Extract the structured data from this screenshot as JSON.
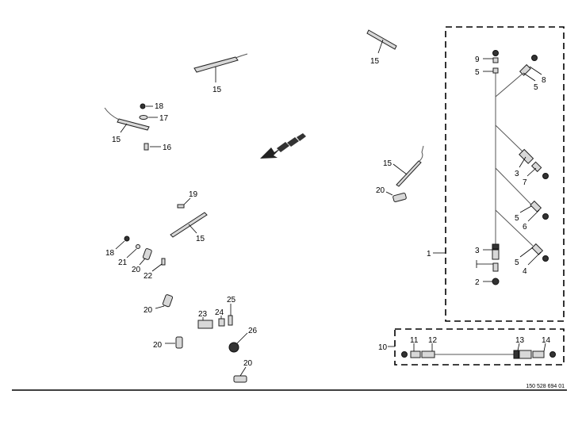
{
  "drawing_number": "150 528 694 01",
  "callouts": {
    "lamp_top": "15",
    "nut_a": "18",
    "washer": "17",
    "lamp_left": "15",
    "screw_a": "16",
    "pin": "19",
    "lamp_mid": "15",
    "nut_b": "18",
    "washer_b": "21",
    "holder_a": "20",
    "screw_b": "22",
    "holder_b": "20",
    "bracket": "23",
    "clip": "24",
    "bolt": "25",
    "grommet": "26",
    "holder_c": "20",
    "holder_d": "20",
    "lamp_right_top": "15",
    "lamp_right_mid": "15",
    "holder_right": "20",
    "harness": "1",
    "h9": "9",
    "h5a": "5",
    "h8": "8",
    "h5b": "5",
    "h3a": "3",
    "h7": "7",
    "h5c": "5",
    "h6": "6",
    "h3b": "3",
    "h2": "2",
    "h5d": "5",
    "h4": "4",
    "ext_cable": "10",
    "e11": "11",
    "e12": "12",
    "e13": "13",
    "e14": "14"
  }
}
